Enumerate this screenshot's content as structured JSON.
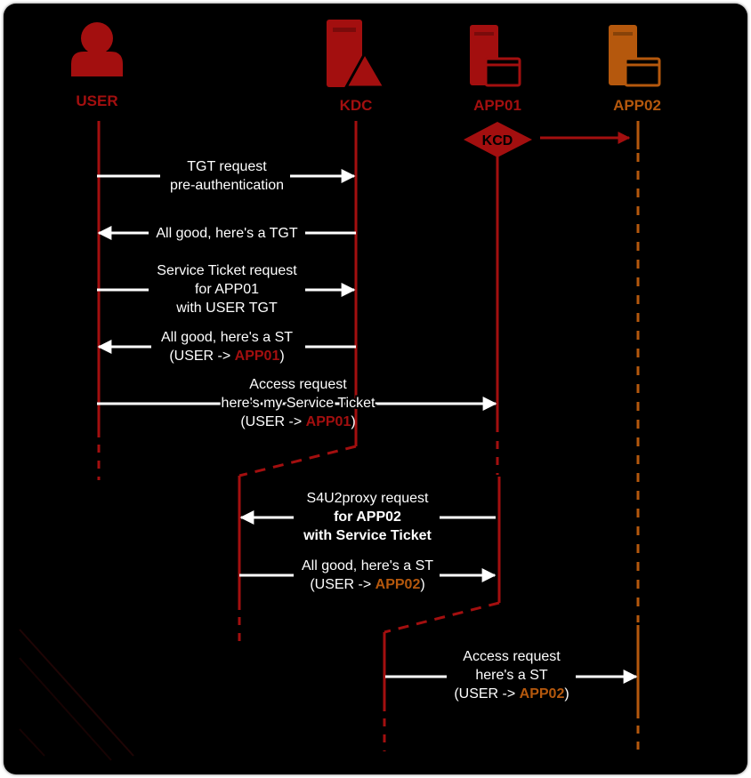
{
  "colors": {
    "background": "#000000",
    "white": "#ffffff",
    "dark_red": "#a30f0f",
    "orange": "#b5580d"
  },
  "actors": {
    "user": "USER",
    "kdc": "KDC",
    "app01": "APP01",
    "app02": "APP02"
  },
  "kcd_label": "KCD",
  "messages": {
    "m1": {
      "line1": "TGT request",
      "line2": "pre-authentication"
    },
    "m2": {
      "line1": "All good, here's a TGT"
    },
    "m3": {
      "line1": "Service Ticket request",
      "line2": "for APP01",
      "line3": "with USER TGT"
    },
    "m4": {
      "line1": "All good, here's a ST",
      "line2_prefix": "(USER -> ",
      "line2_target": "APP01",
      "line2_suffix": ")"
    },
    "m5": {
      "line1": "Access request",
      "line2": "here's my Service Ticket",
      "line3_prefix": "(USER -> ",
      "line3_target": "APP01",
      "line3_suffix": ")"
    },
    "m6": {
      "line1": "S4U2proxy request",
      "line2": "for APP02",
      "line3": "with Service Ticket"
    },
    "m7": {
      "line1": "All good, here's a ST",
      "line2_prefix": "(USER -> ",
      "line2_target": "APP02",
      "line2_suffix": ")"
    },
    "m8": {
      "line1": "Access request",
      "line2": "here's a ST",
      "line3_prefix": "(USER -> ",
      "line3_target": "APP02",
      "line3_suffix": ")"
    }
  }
}
